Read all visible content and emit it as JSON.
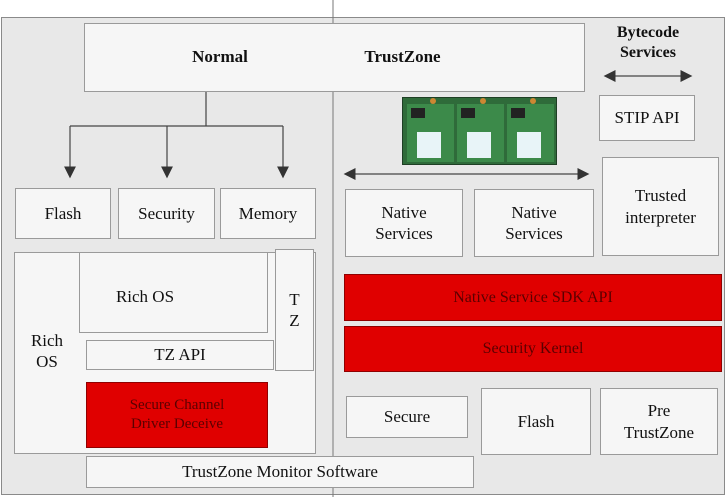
{
  "header": {
    "normal": "Normal",
    "trustzone": "TrustZone",
    "bytecode_services": "Bytecode\nServices"
  },
  "normal_world": {
    "boxes": [
      "Flash",
      "Security",
      "Memory"
    ],
    "rich_os_outer": "Rich\nOS",
    "rich_os_inner": "Rich OS",
    "tz_side": "T\nZ",
    "tz_api": "TZ API",
    "secure_channel": "Secure Channel\nDriver Deceive",
    "monitor": "TrustZone Monitor Software"
  },
  "secure_world": {
    "stip_api": "STIP API",
    "trusted_interpreter": "Trusted\ninterpreter",
    "native_services": [
      "Native\nServices",
      "Native\nServices"
    ],
    "sdk_api": "Native Service SDK API",
    "security_kernel": "Security Kernel",
    "bottom_boxes": [
      "Secure",
      "Flash",
      "Pre\nTrustZone"
    ]
  },
  "colors": {
    "frame": "#e8e8e8",
    "box": "#f6f6f6",
    "red": "#e00000"
  },
  "icons": {
    "hardware_photo": "circuit-board-image"
  }
}
